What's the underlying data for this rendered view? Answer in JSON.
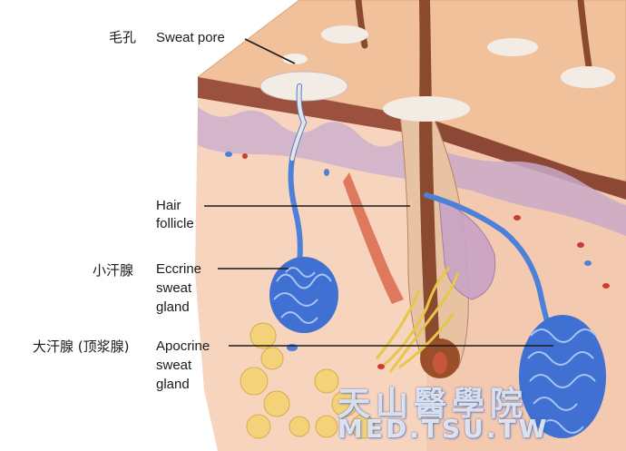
{
  "labels": {
    "pore_zh": "毛孔",
    "pore_en": "Sweat pore",
    "hair_line1": "Hair",
    "hair_line2": "follicle",
    "eccrine_zh": "小汗腺",
    "eccrine_line1": "Eccrine",
    "eccrine_line2": "sweat",
    "eccrine_line3": "gland",
    "apocrine_zh": "大汗腺 (顶浆腺)",
    "apocrine_line1": "Apocrine",
    "apocrine_line2": "sweat",
    "apocrine_line3": "gland"
  },
  "watermark": {
    "cn": "天山醫學院",
    "en": "MED.TSU.TW"
  },
  "colors": {
    "skin_surface": "#f0bf98",
    "epidermis": "#9a4f3c",
    "dermis": "#f6d2bb",
    "basement": "#c9a8c6",
    "duct_blue": "#4d7fd6",
    "gland_blue": "#3f6fd0",
    "hair_brown": "#8a4a2c",
    "fat_yellow": "#f4d27a",
    "nerve_yellow": "#e8c84a"
  }
}
